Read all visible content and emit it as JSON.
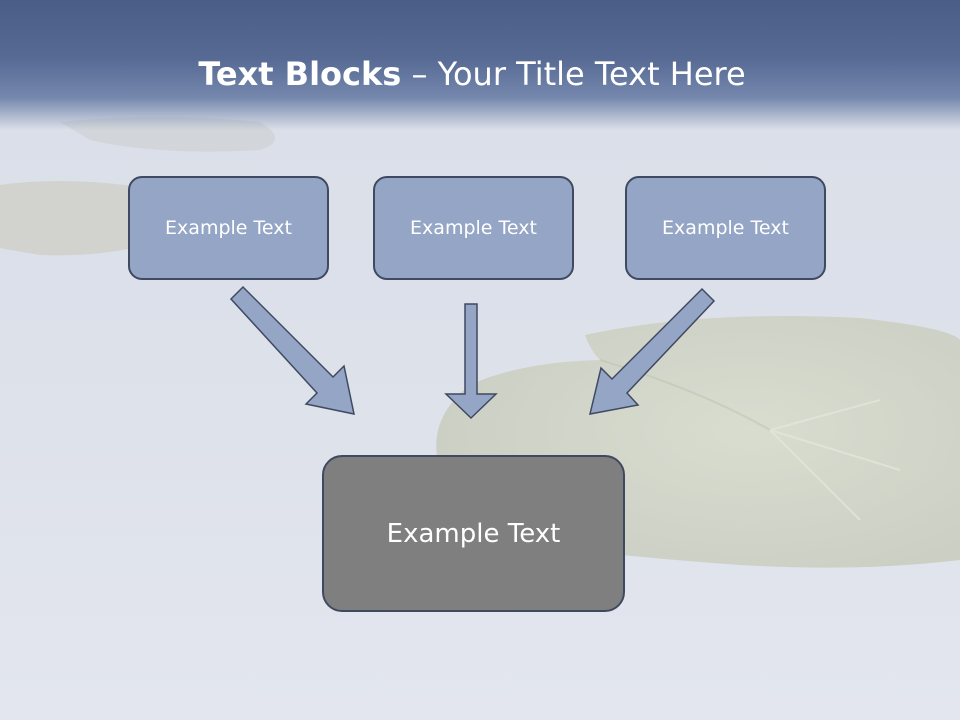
{
  "slide": {
    "title_bold": "Text Blocks",
    "title_rest": " – Your Title Text Here"
  },
  "diagram": {
    "top_boxes": [
      {
        "label": "Example Text"
      },
      {
        "label": "Example Text"
      },
      {
        "label": "Example Text"
      }
    ],
    "main_box": {
      "label": "Example Text"
    }
  },
  "colors": {
    "title_band": "#566a94",
    "top_box_fill": "#94a5c6",
    "main_box_fill": "#7f7f7f",
    "arrow_fill": "#94a5c6",
    "outline": "#3f4a60",
    "text": "#ffffff"
  }
}
